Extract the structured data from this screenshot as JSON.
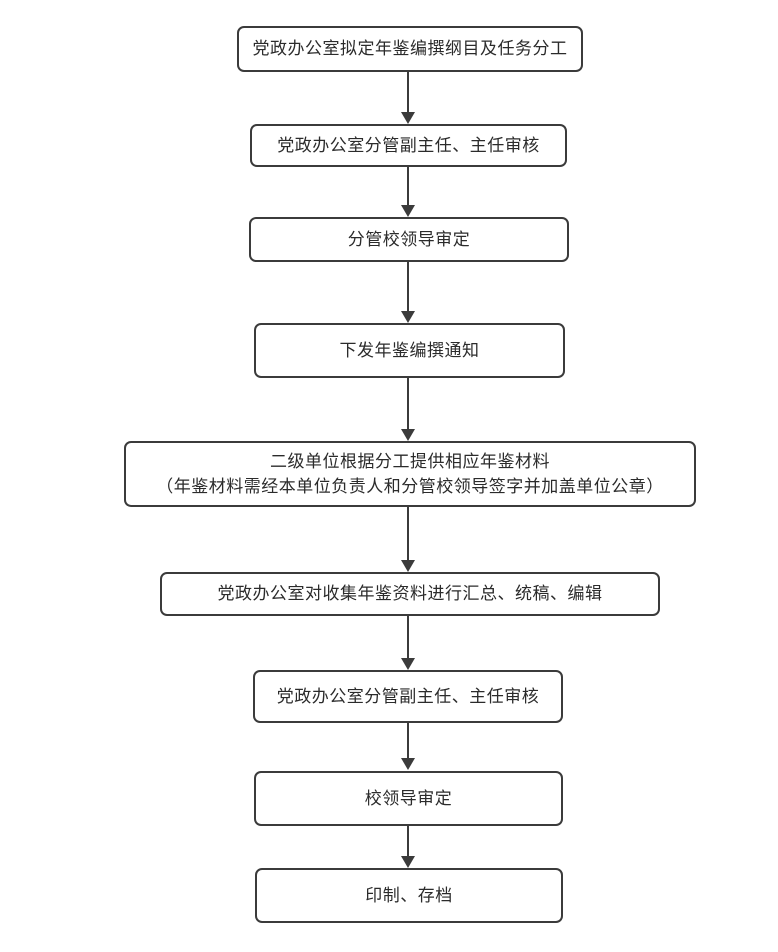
{
  "diagram": {
    "type": "flowchart",
    "orientation": "top-to-bottom",
    "colors": {
      "background": "#ffffff",
      "box_border": "#3b3b3b",
      "arrow": "#3b3b3b",
      "text": "#2b2b2b"
    },
    "steps": [
      {
        "label": "党政办公室拟定年鉴编撰纲目及任务分工"
      },
      {
        "label": "党政办公室分管副主任、主任审核"
      },
      {
        "label": "分管校领导审定"
      },
      {
        "label": "下发年鉴编撰通知"
      },
      {
        "label": "二级单位根据分工提供相应年鉴材料",
        "sublabel": "（年鉴材料需经本单位负责人和分管校领导签字并加盖单位公章）"
      },
      {
        "label": "党政办公室对收集年鉴资料进行汇总、统稿、编辑"
      },
      {
        "label": "党政办公室分管副主任、主任审核"
      },
      {
        "label": "校领导审定"
      },
      {
        "label": "印制、存档"
      }
    ],
    "connections": [
      {
        "from": 1,
        "to": 2
      },
      {
        "from": 2,
        "to": 3
      },
      {
        "from": 3,
        "to": 4
      },
      {
        "from": 4,
        "to": 5
      },
      {
        "from": 5,
        "to": 6
      },
      {
        "from": 6,
        "to": 7
      },
      {
        "from": 7,
        "to": 8
      },
      {
        "from": 8,
        "to": 9
      }
    ]
  }
}
